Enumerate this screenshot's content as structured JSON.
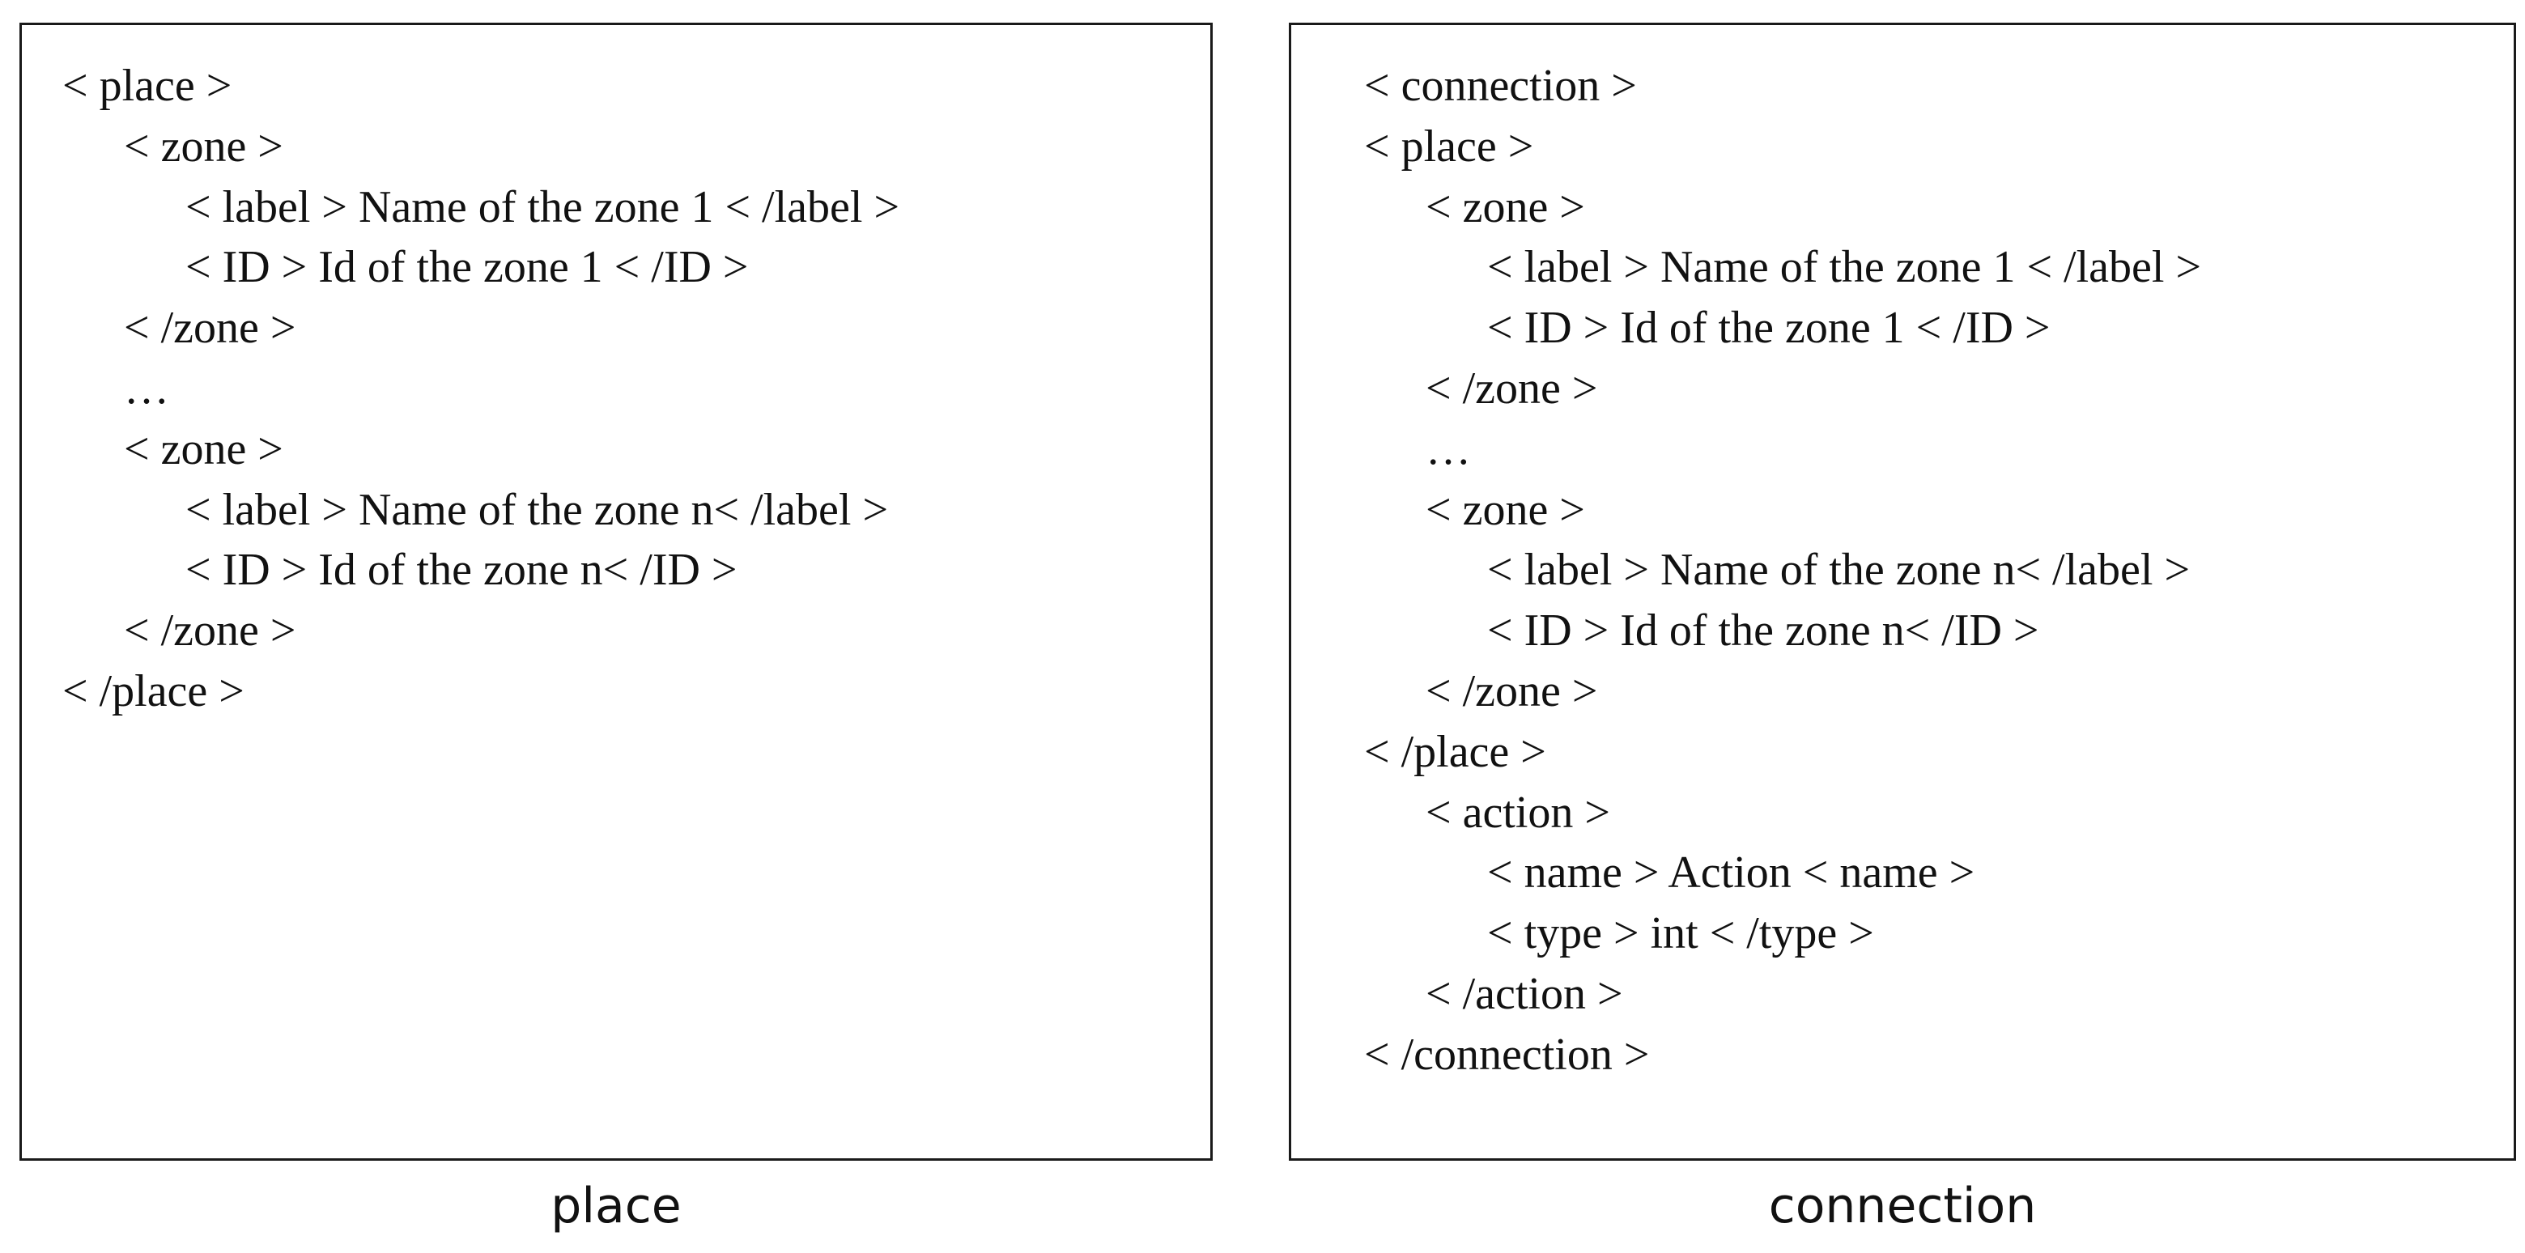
{
  "panels": [
    {
      "caption": "place",
      "lines": [
        {
          "indent": 0,
          "text": "< place >"
        },
        {
          "indent": 1,
          "text": "< zone >"
        },
        {
          "indent": 2,
          "text": "< label > Name of the zone 1 < /label >"
        },
        {
          "indent": 2,
          "text": "< ID > Id of the zone 1 < /ID >"
        },
        {
          "indent": 1,
          "text": "< /zone >"
        },
        {
          "indent": 1,
          "text": "…"
        },
        {
          "indent": 1,
          "text": "< zone >"
        },
        {
          "indent": 2,
          "text": "< label > Name of the zone n< /label >"
        },
        {
          "indent": 2,
          "text": "< ID > Id of the zone n< /ID >"
        },
        {
          "indent": 1,
          "text": "< /zone >"
        },
        {
          "indent": 0,
          "text": "< /place >"
        }
      ]
    },
    {
      "caption": "connection",
      "lines": [
        {
          "indent": 0,
          "text": "< connection >"
        },
        {
          "indent": 0,
          "text": "< place >"
        },
        {
          "indent": 1,
          "text": "< zone >"
        },
        {
          "indent": 2,
          "text": "< label > Name of the zone 1 < /label >"
        },
        {
          "indent": 2,
          "text": "< ID > Id of the zone 1 < /ID >"
        },
        {
          "indent": 1,
          "text": "< /zone >"
        },
        {
          "indent": 1,
          "text": "…"
        },
        {
          "indent": 1,
          "text": "< zone >"
        },
        {
          "indent": 2,
          "text": "< label > Name of the zone n< /label >"
        },
        {
          "indent": 2,
          "text": "< ID > Id of the zone n< /ID >"
        },
        {
          "indent": 1,
          "text": "< /zone >"
        },
        {
          "indent": 0,
          "text": "< /place >"
        },
        {
          "indent": 1,
          "text": "< action >"
        },
        {
          "indent": 2,
          "text": "< name > Action < name >"
        },
        {
          "indent": 2,
          "text": "< type > int < /type >"
        },
        {
          "indent": 1,
          "text": "< /action >"
        },
        {
          "indent": 0,
          "text": "< /connection >"
        }
      ]
    }
  ]
}
